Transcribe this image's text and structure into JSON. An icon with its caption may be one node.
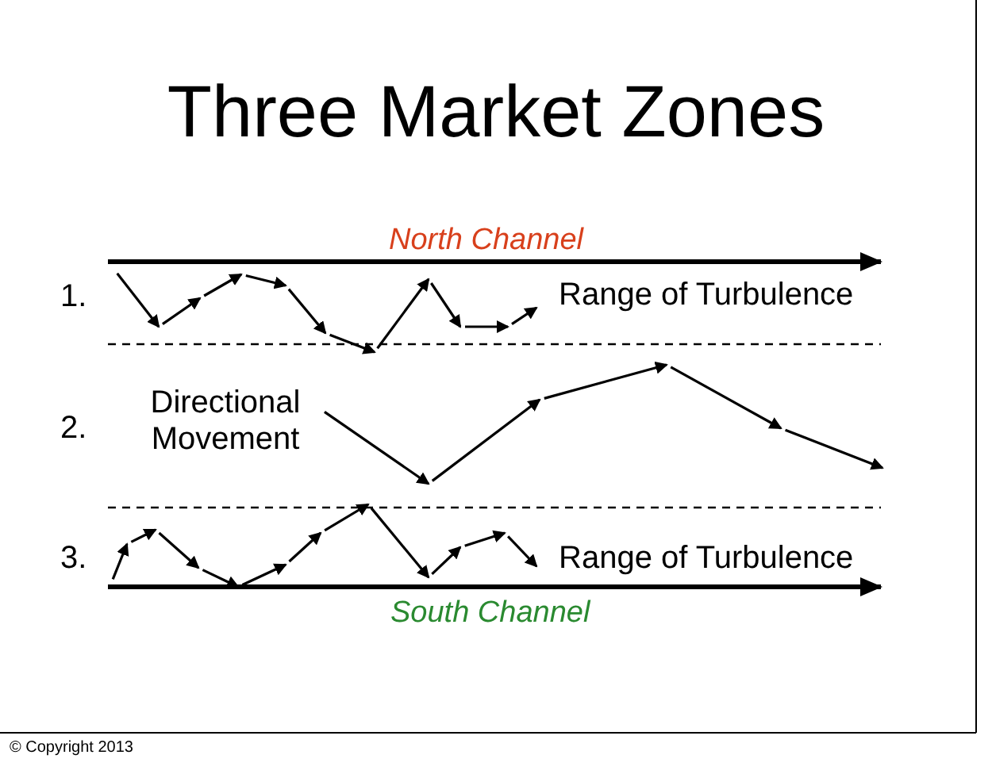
{
  "diagram": {
    "title": "Three Market Zones",
    "labels": [
      "North Channel",
      "1.",
      "Range of Turbulence",
      "2.",
      "Directional Movement",
      "3.",
      "Range of Turbulence",
      "South Channel",
      "© Copyright 2013"
    ]
  }
}
